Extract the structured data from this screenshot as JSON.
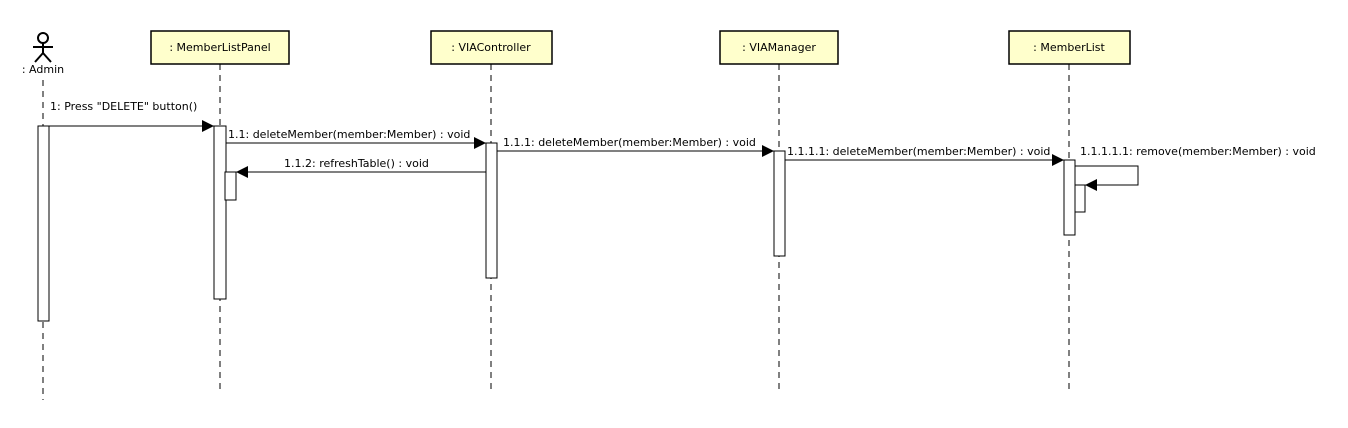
{
  "colors": {
    "header_fill": "#ffffcc",
    "line": "#000000",
    "background": "#ffffff"
  },
  "actor": {
    "name": ": Admin",
    "icon": "stick-figure-actor-icon"
  },
  "lifelines": [
    {
      "id": "member-list-panel",
      "label": ": MemberListPanel"
    },
    {
      "id": "via-controller",
      "label": ": VIAController"
    },
    {
      "id": "via-manager",
      "label": ": VIAManager"
    },
    {
      "id": "member-list",
      "label": ": MemberList"
    }
  ],
  "messages": [
    {
      "id": "msg-1",
      "label": "1: Press \"DELETE\" button()",
      "from": ": Admin",
      "to": ": MemberListPanel"
    },
    {
      "id": "msg-1-1",
      "label": "1.1: deleteMember(member:Member) : void",
      "from": ": MemberListPanel",
      "to": ": VIAController"
    },
    {
      "id": "msg-1-1-1",
      "label": "1.1.1: deleteMember(member:Member) : void",
      "from": ": VIAController",
      "to": ": VIAManager"
    },
    {
      "id": "msg-1-1-1-1",
      "label": "1.1.1.1: deleteMember(member:Member) : void",
      "from": ": VIAManager",
      "to": ": MemberList"
    },
    {
      "id": "msg-1-1-1-1-1",
      "label": "1.1.1.1.1: remove(member:Member) : void",
      "from": ": MemberList",
      "to": ": MemberList"
    },
    {
      "id": "msg-1-1-2",
      "label": "1.1.2: refreshTable() : void",
      "from": ": VIAController",
      "to": ": MemberListPanel"
    }
  ]
}
